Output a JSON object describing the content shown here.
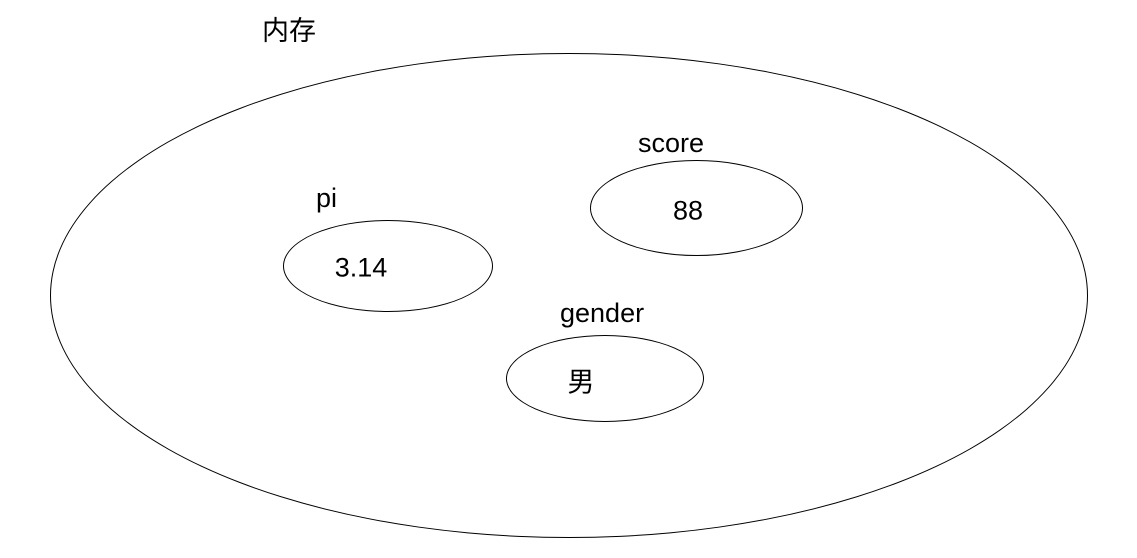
{
  "diagram": {
    "title": "内存",
    "colors": {
      "stroke": "#000000",
      "text": "#000000",
      "background": "#ffffff"
    },
    "variables": [
      {
        "name": "pi",
        "value": "3.14"
      },
      {
        "name": "score",
        "value": "88"
      },
      {
        "name": "gender",
        "value": "男"
      }
    ]
  }
}
